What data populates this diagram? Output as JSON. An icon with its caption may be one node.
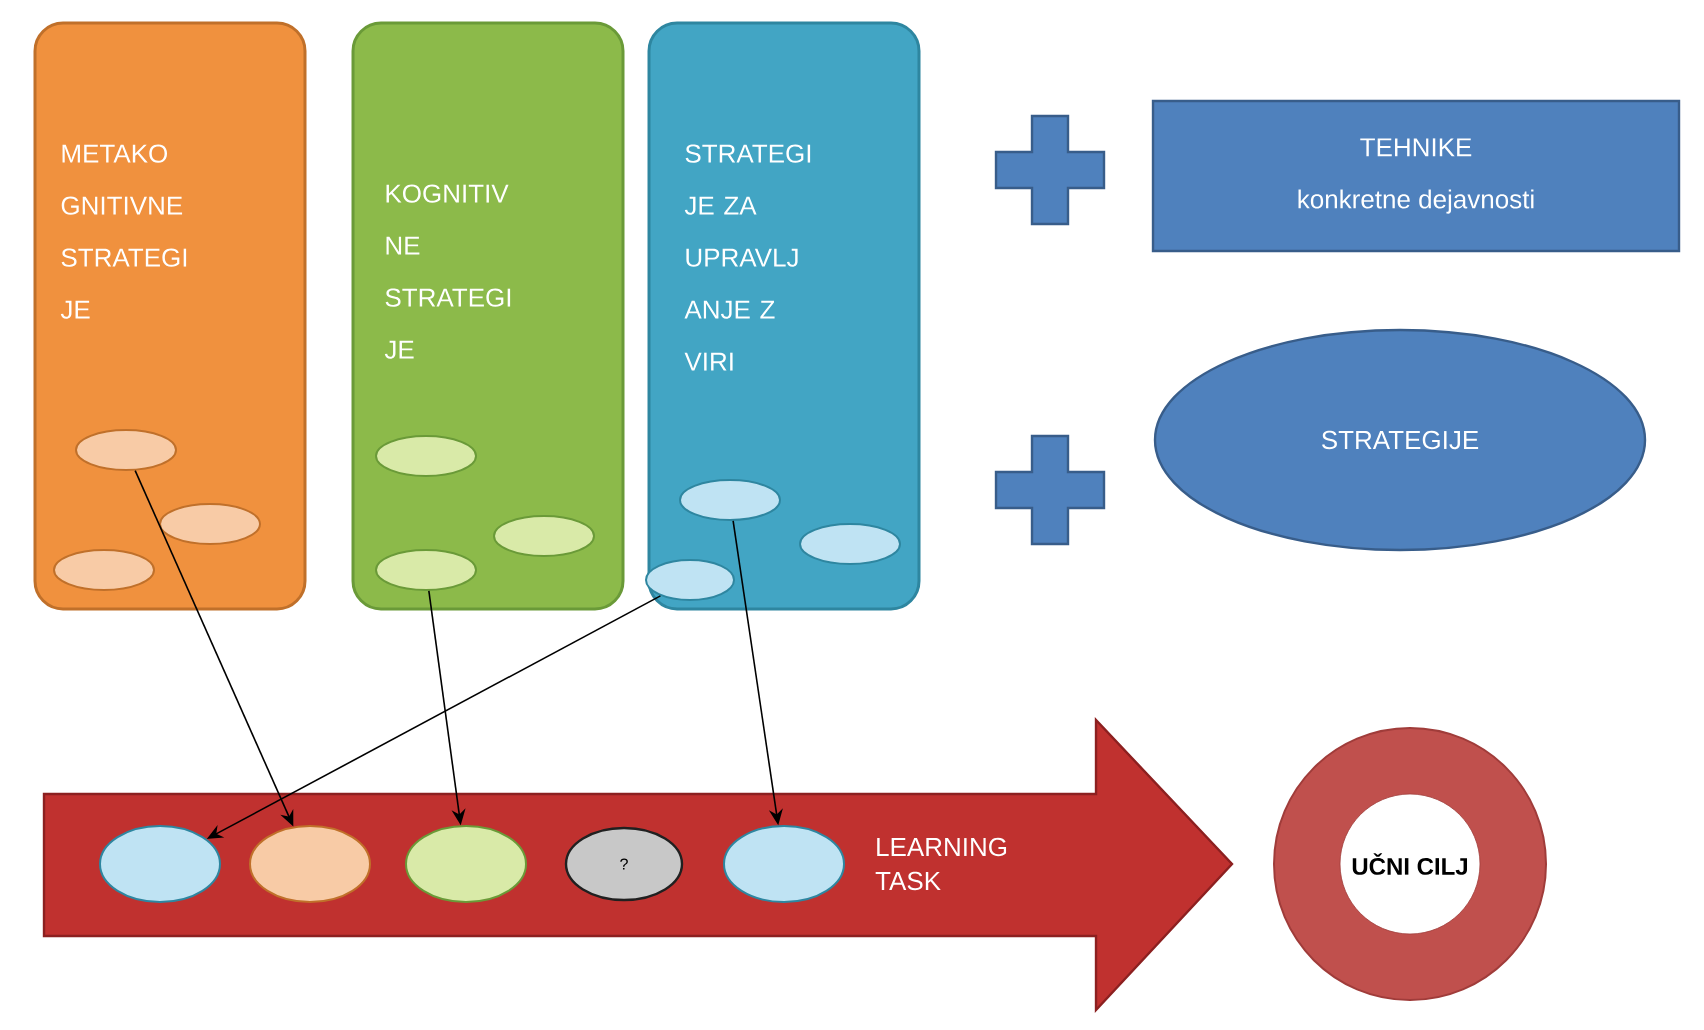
{
  "diagram": {
    "nodes": [
      {
        "text": [
          "METAKO GNITIVNE STRATEGI JE"
        ]
      },
      {
        "text": [],
        "shape": "ellipse",
        "in": 0
      },
      {
        "text": [],
        "shape": "ellipse",
        "in": 0
      },
      {
        "text": [],
        "shape": "ellipse",
        "in": 0
      },
      {
        "text": [
          "KOGNITIV NE STRATEGI JE"
        ]
      },
      {
        "text": [],
        "shape": "ellipse",
        "in": 4
      },
      {
        "text": [],
        "shape": "ellipse",
        "in": 4
      },
      {
        "text": [],
        "shape": "ellipse",
        "in": 4
      },
      {
        "text": [
          "STRATEGI JE ZA UPRAVLJ ANJE Z VIRI"
        ]
      },
      {
        "text": [],
        "shape": "ellipse",
        "in": 8
      },
      {
        "text": [],
        "shape": "ellipse",
        "in": 8
      },
      {
        "text": [],
        "shape": "ellipse",
        "in": 8
      },
      {
        "text": [
          "TEHNIKE",
          "konkretne dejavnosti"
        ]
      },
      {
        "text": [
          "STRATEGIJE"
        ]
      },
      {
        "text": [
          "LEARNING TASK"
        ]
      },
      {
        "text": [],
        "shape": "ellipse",
        "in": 14
      },
      {
        "text": [],
        "shape": "ellipse",
        "in": 14
      },
      {
        "text": [],
        "shape": "ellipse",
        "in": 14
      },
      {
        "text": [
          "?"
        ],
        "in": 14
      },
      {
        "text": [],
        "shape": "ellipse",
        "in": 14
      },
      {
        "text": [
          "UČNI CILJ"
        ]
      }
    ],
    "edges": [
      {
        "from": 1,
        "to": 16,
        "arrow": "to"
      },
      {
        "from": 7,
        "to": 17,
        "arrow": "to"
      },
      {
        "from": 11,
        "to": 15,
        "arrow": "to"
      },
      {
        "from": 9,
        "to": 19,
        "arrow": "to"
      }
    ]
  }
}
